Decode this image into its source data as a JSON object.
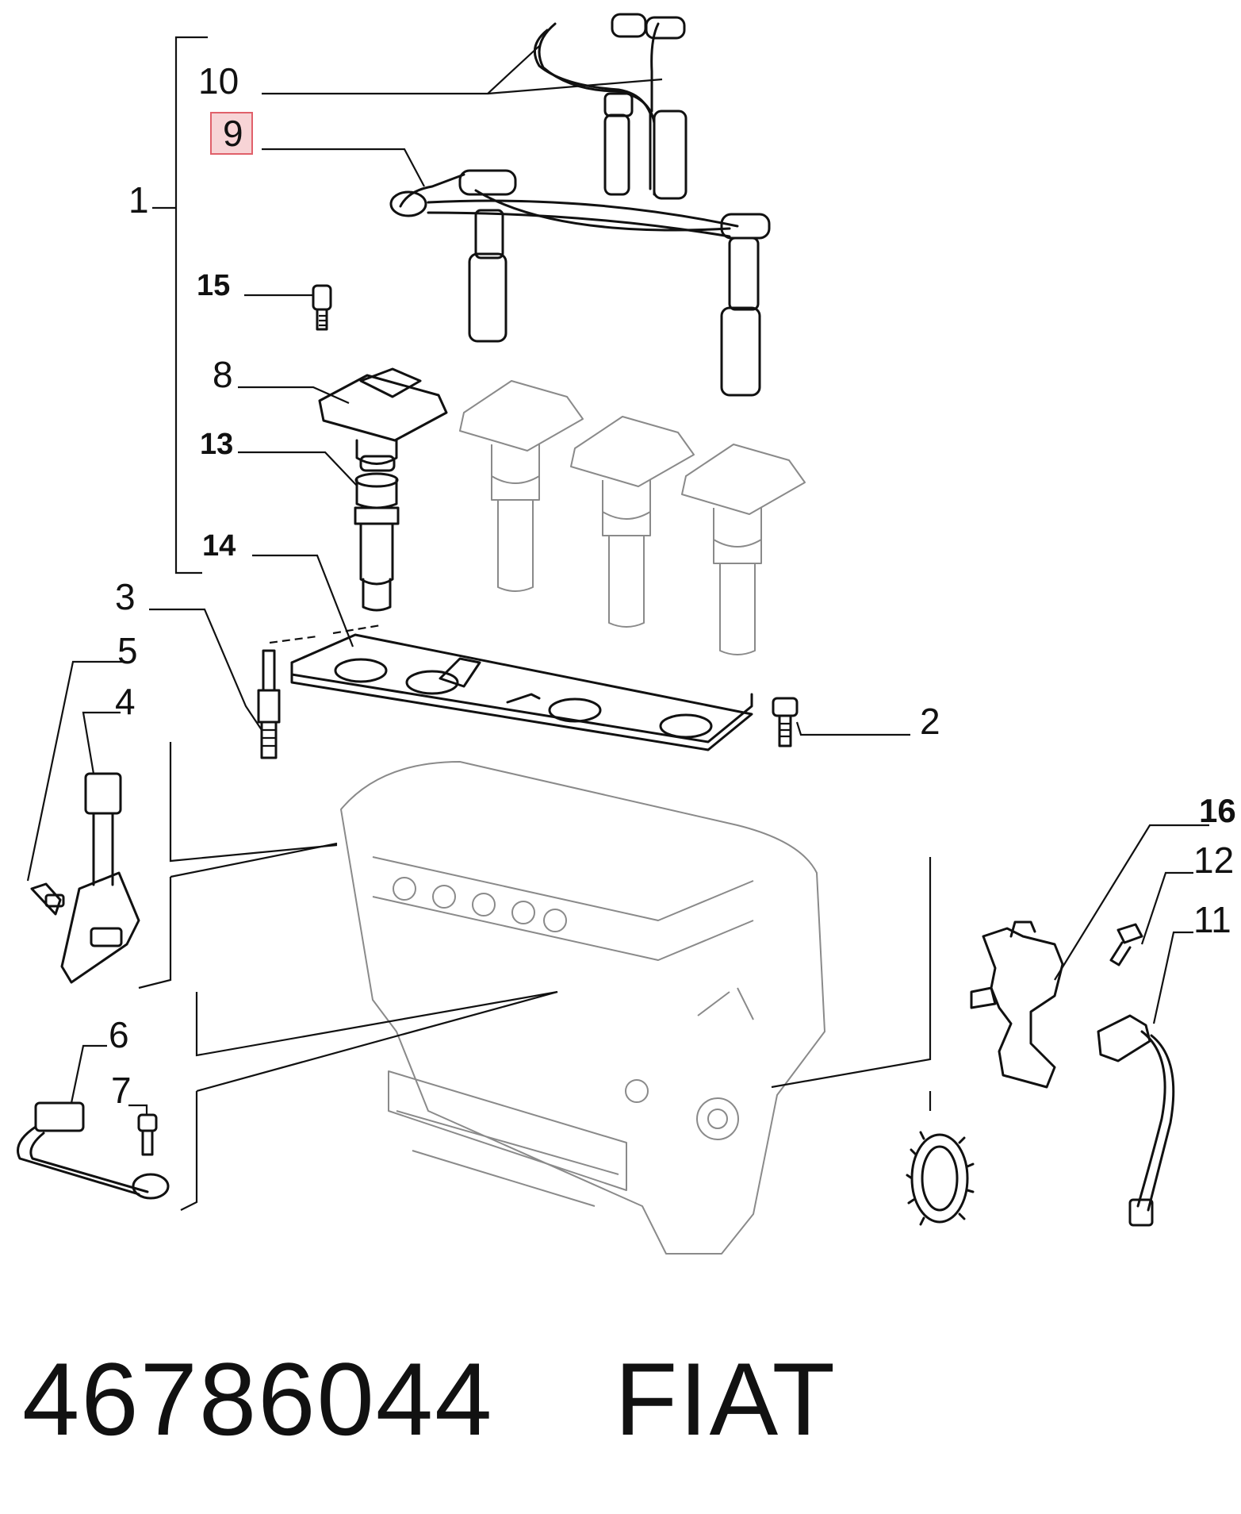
{
  "callouts": [
    {
      "id": "1",
      "label": "1"
    },
    {
      "id": "2",
      "label": "2"
    },
    {
      "id": "3",
      "label": "3"
    },
    {
      "id": "4",
      "label": "4"
    },
    {
      "id": "5",
      "label": "5"
    },
    {
      "id": "6",
      "label": "6"
    },
    {
      "id": "7",
      "label": "7"
    },
    {
      "id": "8",
      "label": "8"
    },
    {
      "id": "9",
      "label": "9",
      "highlighted": true
    },
    {
      "id": "10",
      "label": "10"
    },
    {
      "id": "11",
      "label": "11"
    },
    {
      "id": "12",
      "label": "12"
    },
    {
      "id": "13",
      "label": "13"
    },
    {
      "id": "14",
      "label": "14"
    },
    {
      "id": "15",
      "label": "15"
    },
    {
      "id": "16",
      "label": "16"
    }
  ],
  "footer": {
    "part_number": "46786044",
    "brand": "FIAT"
  },
  "colors": {
    "highlight_fill": "#f7d4d6",
    "highlight_stroke": "#e0606a",
    "line": "#111111",
    "ghost_line": "#8a8a8a"
  }
}
